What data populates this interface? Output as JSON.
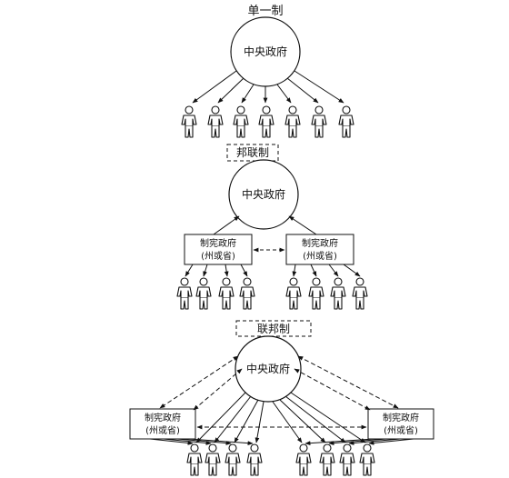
{
  "sections": {
    "unitary": {
      "title": "单一制",
      "center": "中央政府"
    },
    "confederation": {
      "title": "邦联制",
      "center": "中央政府",
      "left_box": {
        "line1": "制宪政府",
        "line2": "(州或省)"
      },
      "right_box": {
        "line1": "制宪政府",
        "line2": "(州或省)"
      }
    },
    "federation": {
      "title": "联邦制",
      "center": "中央政府",
      "left_box": {
        "line1": "制宪政府",
        "line2": "(州或省)"
      },
      "right_box": {
        "line1": "制宪政府",
        "line2": "(州或省)"
      }
    }
  },
  "colors": {
    "ink": "#111111",
    "background": "#ffffff"
  }
}
